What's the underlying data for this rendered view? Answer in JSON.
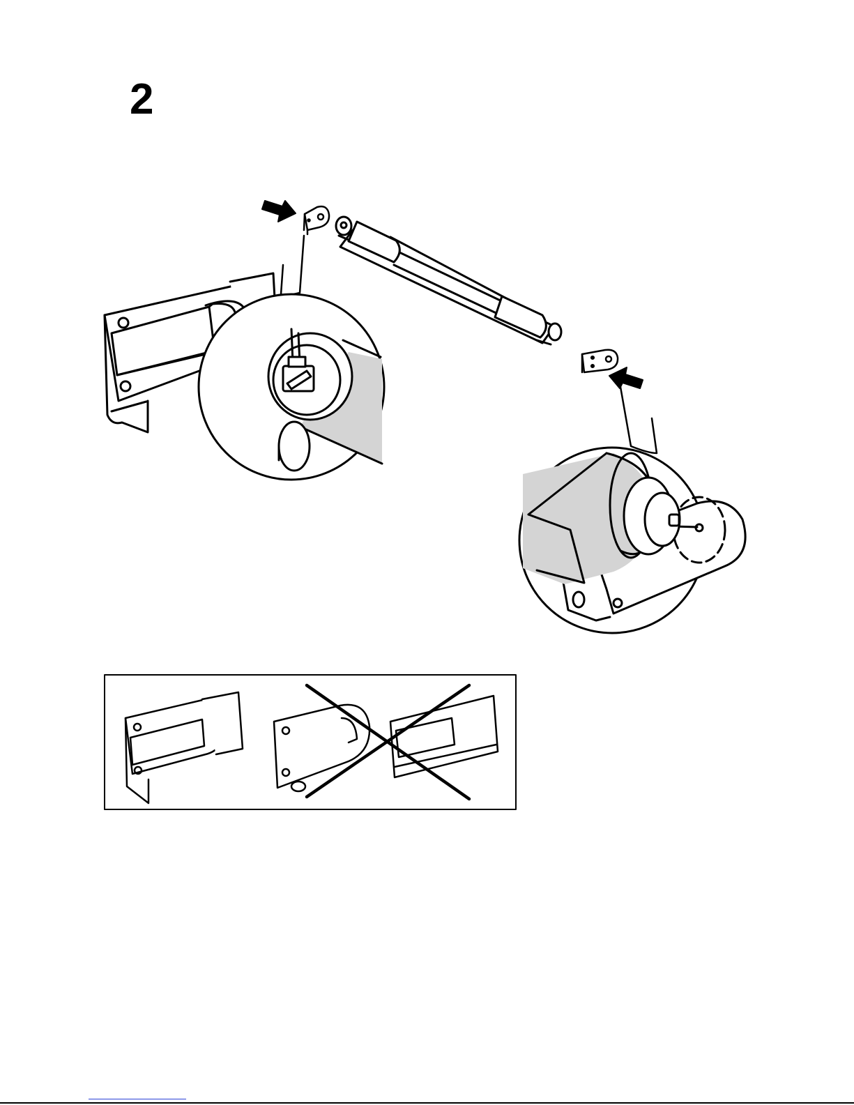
{
  "step": {
    "number": "2"
  },
  "colors": {
    "ink": "#000000",
    "shade": "#d4d4d4",
    "paper": "#ffffff",
    "link": "#2a3fd6"
  },
  "illustration": {
    "parts": [
      "left-bracket-clip",
      "right-bracket-clip",
      "roller-tube"
    ],
    "callouts": [
      "left-bracket-detail",
      "right-bracket-detail"
    ]
  },
  "comparison": {
    "correct": "bracket-mounted-correctly",
    "incorrect": "bracket-mounted-incorrectly",
    "incorrect_mark": "x-icon"
  }
}
